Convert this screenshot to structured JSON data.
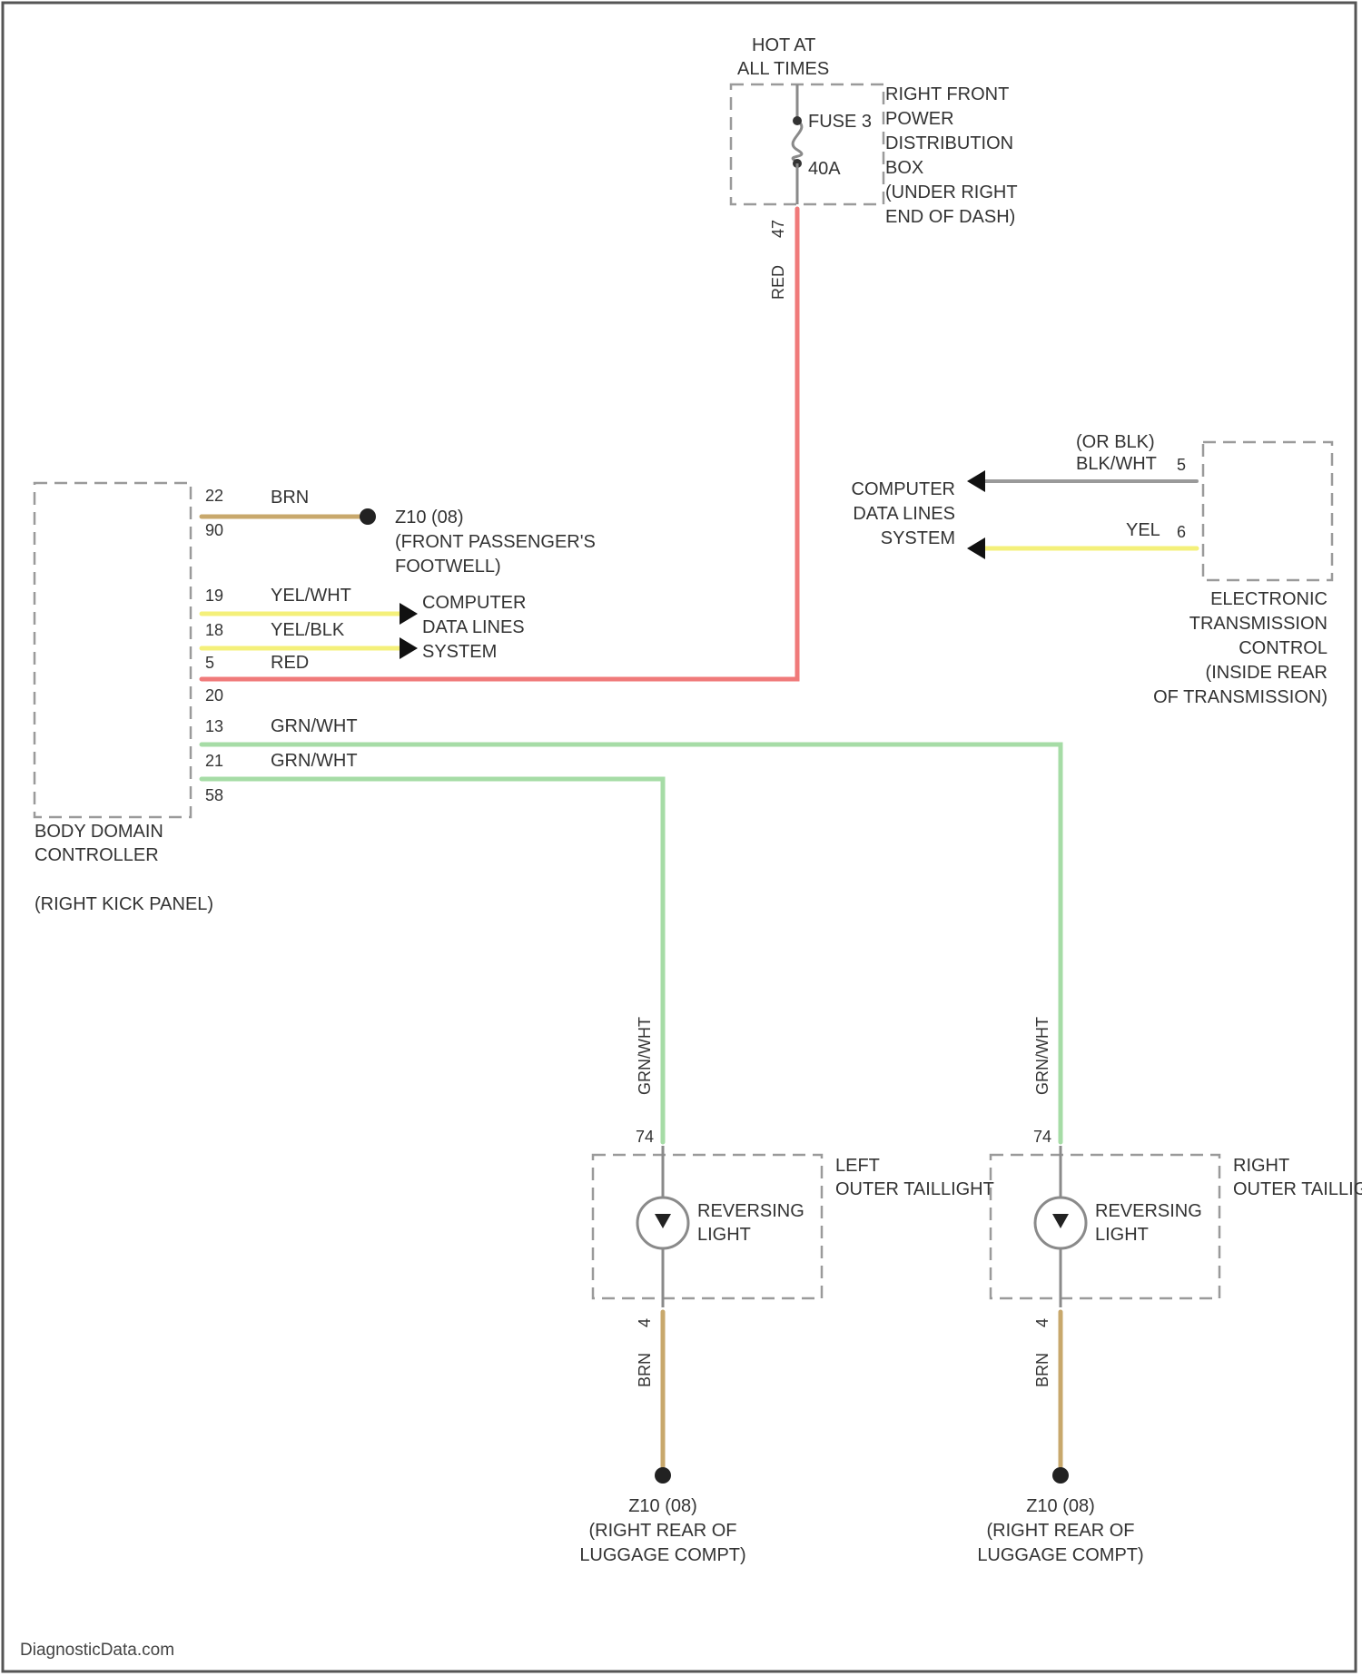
{
  "colors": {
    "red_wire": "#f07a7a",
    "green_wire": "#a6dca6",
    "yellow_wire": "#f4f07a",
    "brown_wire": "#c8a86c",
    "gray_wire": "#9a9a9a",
    "box_stroke": "#9a9a9a",
    "text": "#333333"
  },
  "fuse_box": {
    "hot_line1": "HOT AT",
    "hot_line2": "ALL TIMES",
    "fuse_label": "FUSE 3",
    "amp_label": "40A",
    "name_lines": [
      "RIGHT FRONT",
      "POWER",
      "DISTRIBUTION",
      "BOX",
      "(UNDER RIGHT",
      "END OF DASH)"
    ],
    "out_pin": "47",
    "wire_label": "RED"
  },
  "bdc": {
    "name_line1": "BODY DOMAIN",
    "name_line2": "CONTROLLER",
    "location": "(RIGHT KICK PANEL)",
    "pins": [
      "22",
      "90",
      "19",
      "18",
      "5",
      "20",
      "13",
      "21",
      "58"
    ],
    "wire_labels": {
      "brn": "BRN",
      "yel_wht": "YEL/WHT",
      "yel_blk": "YEL/BLK",
      "red": "RED",
      "grn_wht_1": "GRN/WHT",
      "grn_wht_2": "GRN/WHT"
    },
    "ground_lines": [
      "Z10 (08)",
      "(FRONT PASSENGER'S",
      "FOOTWELL)"
    ],
    "data_lines": [
      "COMPUTER",
      "DATA LINES",
      "SYSTEM"
    ]
  },
  "etc": {
    "wire1_lines": [
      "(OR BLK)",
      "BLK/WHT"
    ],
    "wire1_pin": "5",
    "wire2_label": "YEL",
    "wire2_pin": "6",
    "data_lines": [
      "COMPUTER",
      "DATA LINES",
      "SYSTEM"
    ],
    "name_lines": [
      "ELECTRONIC",
      "TRANSMISSION",
      "CONTROL",
      "(INSIDE REAR",
      "OF TRANSMISSION)"
    ]
  },
  "left_tail": {
    "name_line1": "LEFT",
    "name_line2": "OUTER TAILLIGHT",
    "bulb_line1": "REVERSING",
    "bulb_line2": "LIGHT",
    "in_pin": "74",
    "out_pin": "4",
    "in_wire": "GRN/WHT",
    "out_wire": "BRN",
    "ground_lines": [
      "Z10 (08)",
      "(RIGHT REAR OF",
      "LUGGAGE COMPT)"
    ]
  },
  "right_tail": {
    "name_line1": "RIGHT",
    "name_line2": "OUTER TAILLIGHT",
    "bulb_line1": "REVERSING",
    "bulb_line2": "LIGHT",
    "in_pin": "74",
    "out_pin": "4",
    "in_wire": "GRN/WHT",
    "out_wire": "BRN",
    "ground_lines": [
      "Z10 (08)",
      "(RIGHT REAR OF",
      "LUGGAGE COMPT)"
    ]
  },
  "footer": {
    "watermark": "DiagnosticData.com"
  }
}
